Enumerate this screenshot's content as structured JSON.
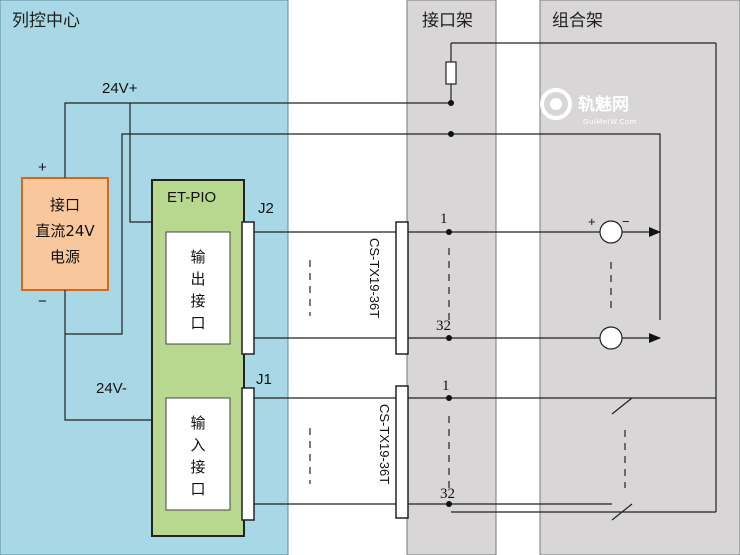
{
  "panels": {
    "control_center": "列控中心",
    "interface_rack": "接口架",
    "combination_rack": "组合架"
  },
  "power_supply": {
    "lines": [
      "接口",
      "直流24V",
      "电源"
    ],
    "plus": "+",
    "minus": "−",
    "pos_label": "24V+",
    "neg_label": "24V-"
  },
  "module": {
    "name": "ET-PIO",
    "output_port": [
      "输",
      "出",
      "接",
      "口"
    ],
    "input_port": [
      "输",
      "入",
      "接",
      "口"
    ],
    "j2": "J2",
    "j1": "J1"
  },
  "connectors": {
    "top": "CS-TX19-36T",
    "bottom": "CS-TX19-36T"
  },
  "pins": {
    "top_first": "1",
    "top_last": "32",
    "bottom_first": "1",
    "bottom_last": "32"
  },
  "indicator": {
    "plus": "+",
    "minus": "−"
  },
  "watermark": {
    "title": "轨魅网",
    "subtitle": "GuiMeiW.Com"
  },
  "colors": {
    "control_center_bg": "#a8d8e6",
    "rack_bg": "#d8d6d6",
    "module_bg": "#b8d890",
    "power_supply_bg": "#f8c89c",
    "power_supply_border": "#d2691e"
  }
}
